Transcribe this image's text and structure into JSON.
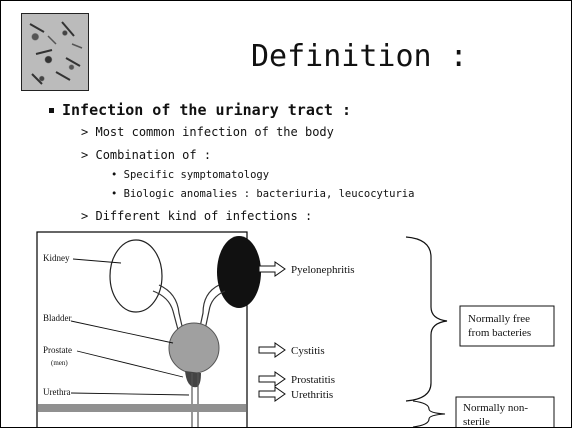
{
  "slide": {
    "title": "Definition :",
    "main_bullet": "Infection of the urinary tract :",
    "points": [
      "Most common infection of the body",
      "Combination of :",
      "Different kind of infections :"
    ],
    "subpoints": [
      "Specific symptomatology",
      "Biologic anomalies : bacteriuria, leucocyturia"
    ],
    "arrow_glyph": ">",
    "dot_glyph": "•"
  },
  "diagram": {
    "anatomy_labels": {
      "kidney": "Kidney",
      "bladder": "Bladder",
      "prostate": "Prostate",
      "prostate_note": "(men)",
      "urethra": "Urethra"
    },
    "infections": [
      "Pyelonephritis",
      "Cystitis",
      "Prostatitis",
      "Urethritis"
    ],
    "box_free_line1": "Normally free",
    "box_free_line2": "from bacteries",
    "box_nonsterile_line1": "Normally non-",
    "box_nonsterile_line2": "sterile"
  },
  "colors": {
    "bladder": "#a0a0a0",
    "kidney_dark": "#111111",
    "prostate": "#444444",
    "floor": "#909090"
  }
}
